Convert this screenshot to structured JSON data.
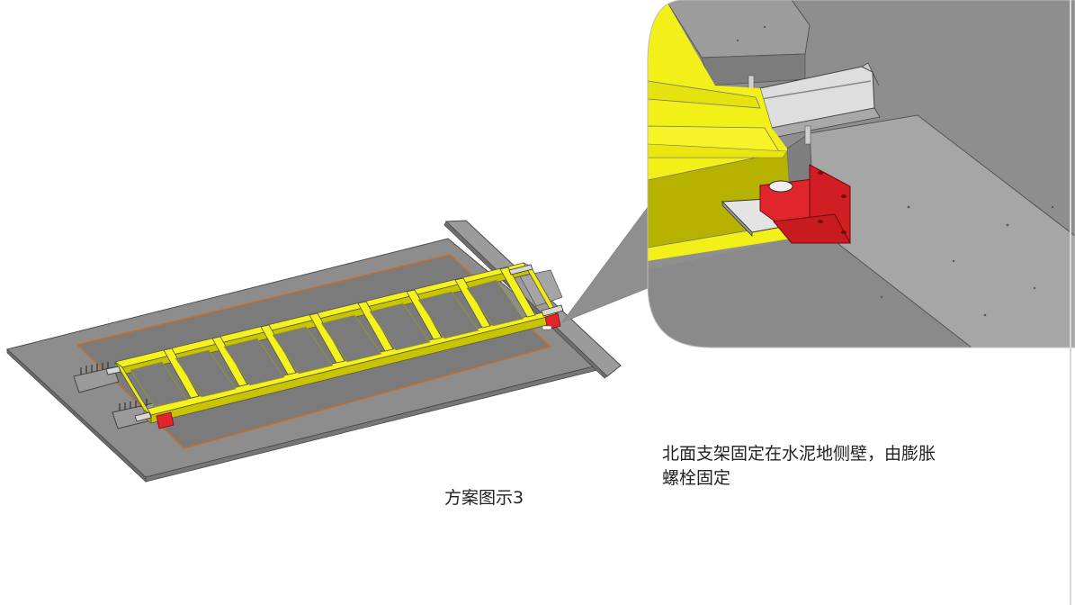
{
  "figure": {
    "caption": "方案图示3"
  },
  "callout": {
    "note_line1": "北面支架固定在水泥地侧壁，由膨胀",
    "note_line2": "螺栓固定"
  },
  "colors": {
    "frame_yellow": "#f2ef1a",
    "frame_shadow": "#b8b400",
    "concrete": "#8f8f8f",
    "bracket_red": "#e0262b",
    "rail_silver": "#d9d9d9",
    "outline_orange": "#d26a1c"
  }
}
